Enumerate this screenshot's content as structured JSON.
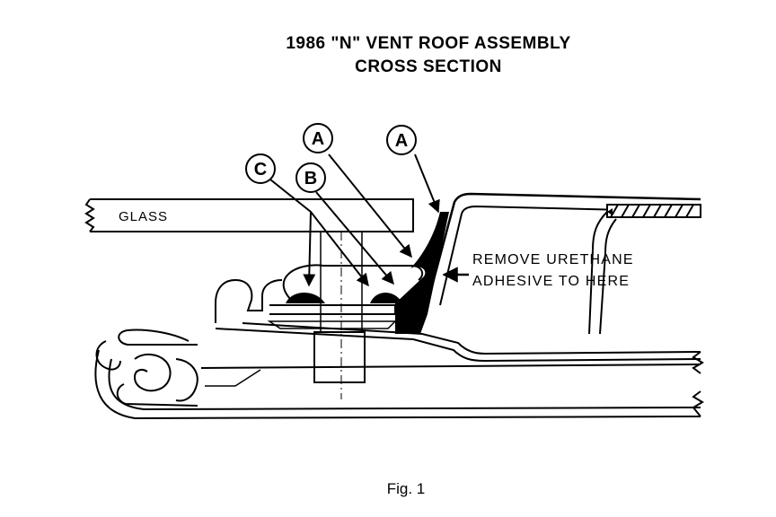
{
  "title": {
    "line1": "1986 \"N\" VENT ROOF ASSEMBLY",
    "line2": "CROSS SECTION"
  },
  "labels": {
    "glass": "GLASS",
    "callout_c": "C",
    "callout_b": "B",
    "callout_a_left": "A",
    "callout_a_right": "A",
    "note_line1": "REMOVE URETHANE",
    "note_line2": "ADHESIVE TO HERE"
  },
  "caption": "Fig. 1",
  "colors": {
    "ink": "#000000",
    "paper": "#ffffff"
  }
}
